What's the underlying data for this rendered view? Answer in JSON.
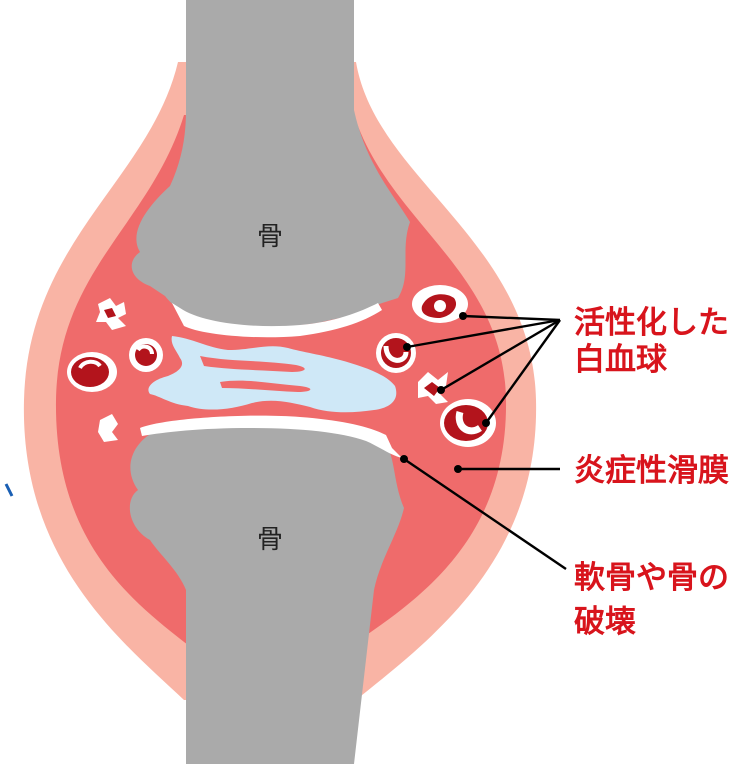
{
  "labels": {
    "bone_upper": "骨",
    "bone_lower": "骨",
    "activated_wbc_line1": "活性化した",
    "activated_wbc_line2": "白血球",
    "synovium": "炎症性滑膜",
    "destruction_line1": "軟骨や骨の",
    "destruction_line2": "破壊"
  },
  "colors": {
    "outer_capsule": "#f9b4a5",
    "inflamed_synovium": "#ef6b6b",
    "bone": "#aaaaaa",
    "cartilage": "#ffffff",
    "joint_fluid": "#cfe8f7",
    "cell_fill": "#b3141c",
    "label_red": "#d8141c",
    "leader_line": "#000000"
  }
}
